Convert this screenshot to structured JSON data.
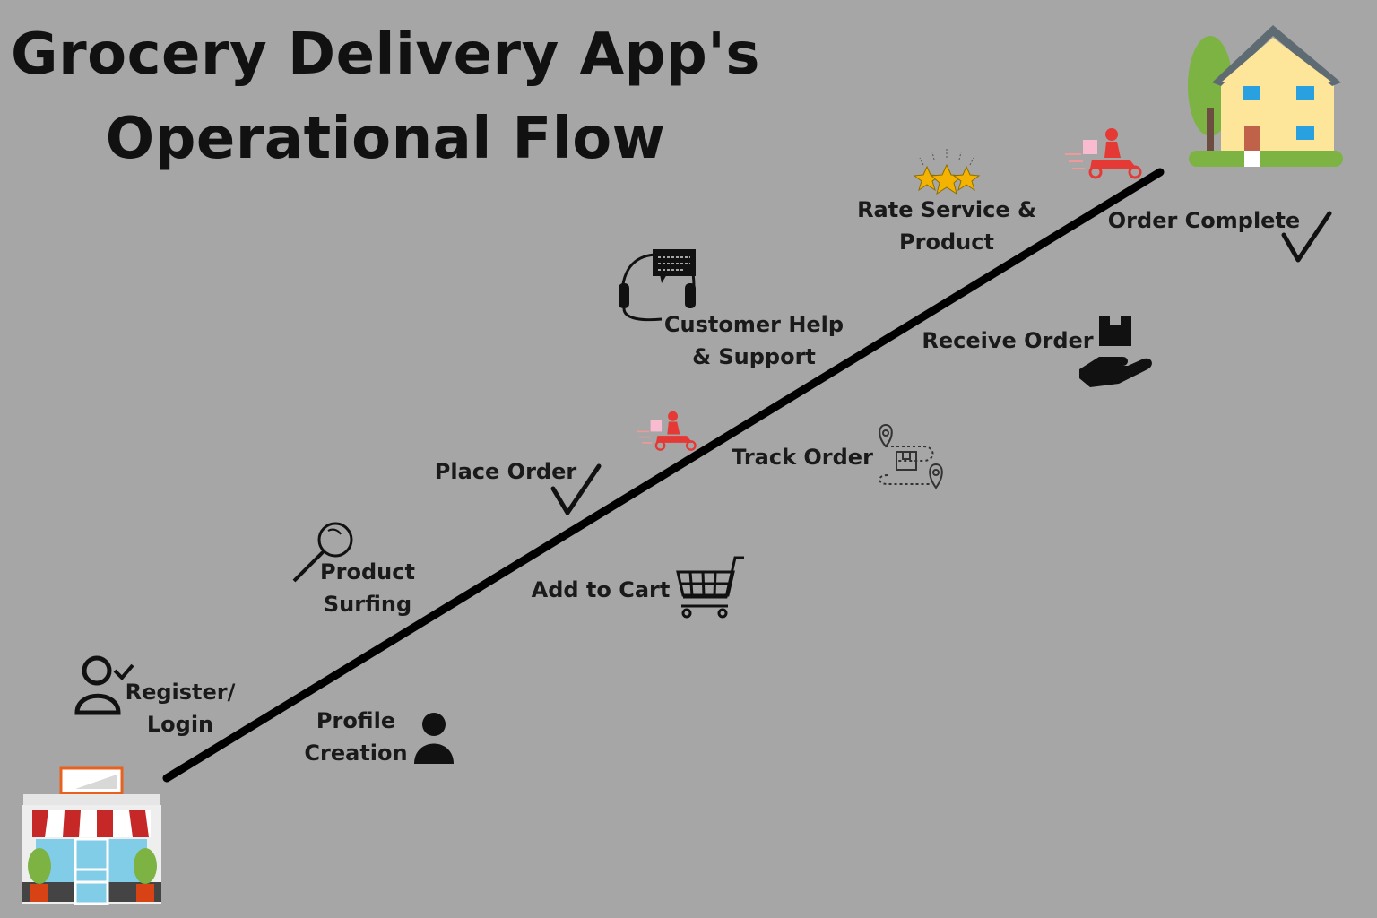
{
  "title": {
    "line1": "Grocery Delivery App's",
    "line2": "Operational Flow"
  },
  "steps": [
    {
      "id": "register",
      "label_lines": [
        "Register/",
        "Login"
      ],
      "icon": "user-check-icon"
    },
    {
      "id": "profile",
      "label_lines": [
        "Profile",
        "Creation"
      ],
      "icon": "person-icon"
    },
    {
      "id": "surfing",
      "label_lines": [
        "Product",
        "Surfing"
      ],
      "icon": "magnifier-icon"
    },
    {
      "id": "cart",
      "label_lines": [
        "Add to Cart"
      ],
      "icon": "shopping-cart-icon"
    },
    {
      "id": "place",
      "label_lines": [
        "Place Order"
      ],
      "icon": "checkmark-icon"
    },
    {
      "id": "track",
      "label_lines": [
        "Track Order"
      ],
      "icon": "route-map-icon"
    },
    {
      "id": "support",
      "label_lines": [
        "Customer Help",
        "& Support"
      ],
      "icon": "headset-chat-icon"
    },
    {
      "id": "receive",
      "label_lines": [
        "Receive Order"
      ],
      "icon": "hand-box-icon"
    },
    {
      "id": "rate",
      "label_lines": [
        "Rate Service &",
        "Product"
      ],
      "icon": "stars-icon"
    },
    {
      "id": "complete",
      "label_lines": [
        "Order Complete"
      ],
      "icon": "checkmark-icon"
    }
  ],
  "colors": {
    "background": "#a6a6a6",
    "text": "#111111",
    "scooter": "#e53935",
    "star": "#f5b301",
    "house_wall": "#fde59a",
    "house_roof": "#5f6b73",
    "tree": "#7cb342",
    "store_awning": "#c62828",
    "store_glass": "#81cde8"
  }
}
